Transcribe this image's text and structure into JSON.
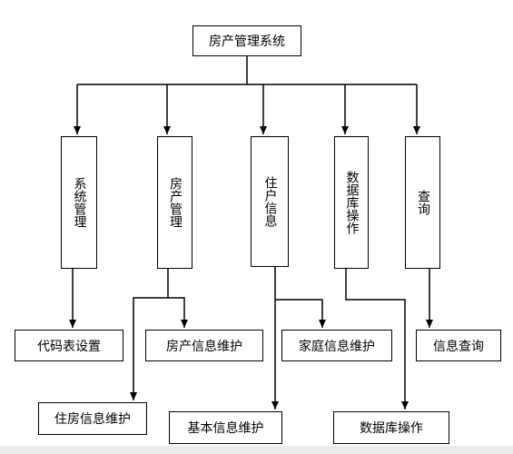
{
  "root": {
    "label": "房产管理系统"
  },
  "modules": [
    {
      "label": "系统管理"
    },
    {
      "label": "房产管理"
    },
    {
      "label": "住户信息"
    },
    {
      "label": "数据库操作"
    },
    {
      "label": "查询"
    }
  ],
  "leaves": [
    {
      "label": "代码表设置"
    },
    {
      "label": "房产信息维护"
    },
    {
      "label": "住房信息维护"
    },
    {
      "label": "家庭信息维护"
    },
    {
      "label": "基本信息维护"
    },
    {
      "label": "数据库操作"
    },
    {
      "label": "信息查询"
    }
  ]
}
